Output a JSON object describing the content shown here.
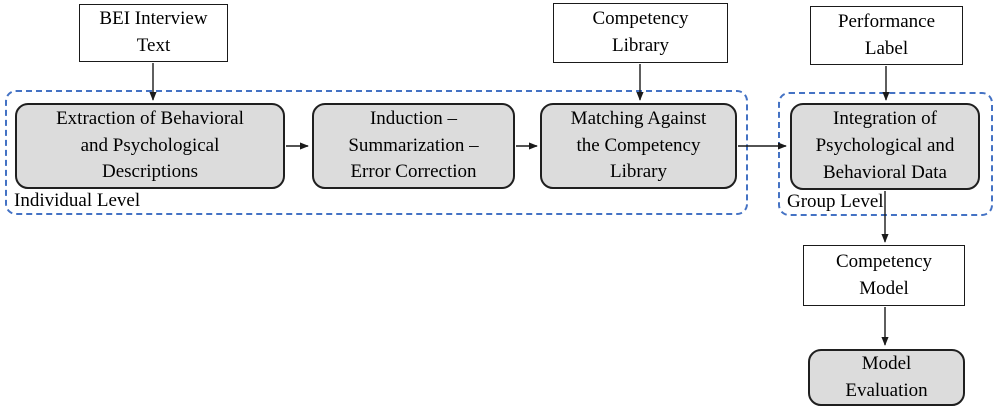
{
  "colors": {
    "process_fill": "#dcdcdc",
    "process_border": "#1f1f1f",
    "io_fill": "#ffffff",
    "io_border": "#1a1a1a",
    "group_dashed_border": "#4472c4",
    "arrow": "#1a1a1a",
    "text": "#000000"
  },
  "inputs": {
    "bei": {
      "label": "BEI Interview\nText"
    },
    "competency_library": {
      "label": "Competency\nLibrary"
    },
    "performance_label": {
      "label": "Performance\nLabel"
    }
  },
  "groups": {
    "individual": {
      "label": "Individual Level"
    },
    "group": {
      "label": "Group Level"
    }
  },
  "processes": {
    "extraction": {
      "label": "Extraction of Behavioral\nand Psychological\nDescriptions"
    },
    "induction": {
      "label": "Induction –\nSummarization –\nError Correction"
    },
    "matching": {
      "label": "Matching Against\nthe Competency\nLibrary"
    },
    "integration": {
      "label": "Integration of\nPsychological and\nBehavioral Data"
    },
    "model_evaluation": {
      "label": "Model\nEvaluation"
    }
  },
  "outputs": {
    "competency_model": {
      "label": "Competency\nModel"
    }
  }
}
